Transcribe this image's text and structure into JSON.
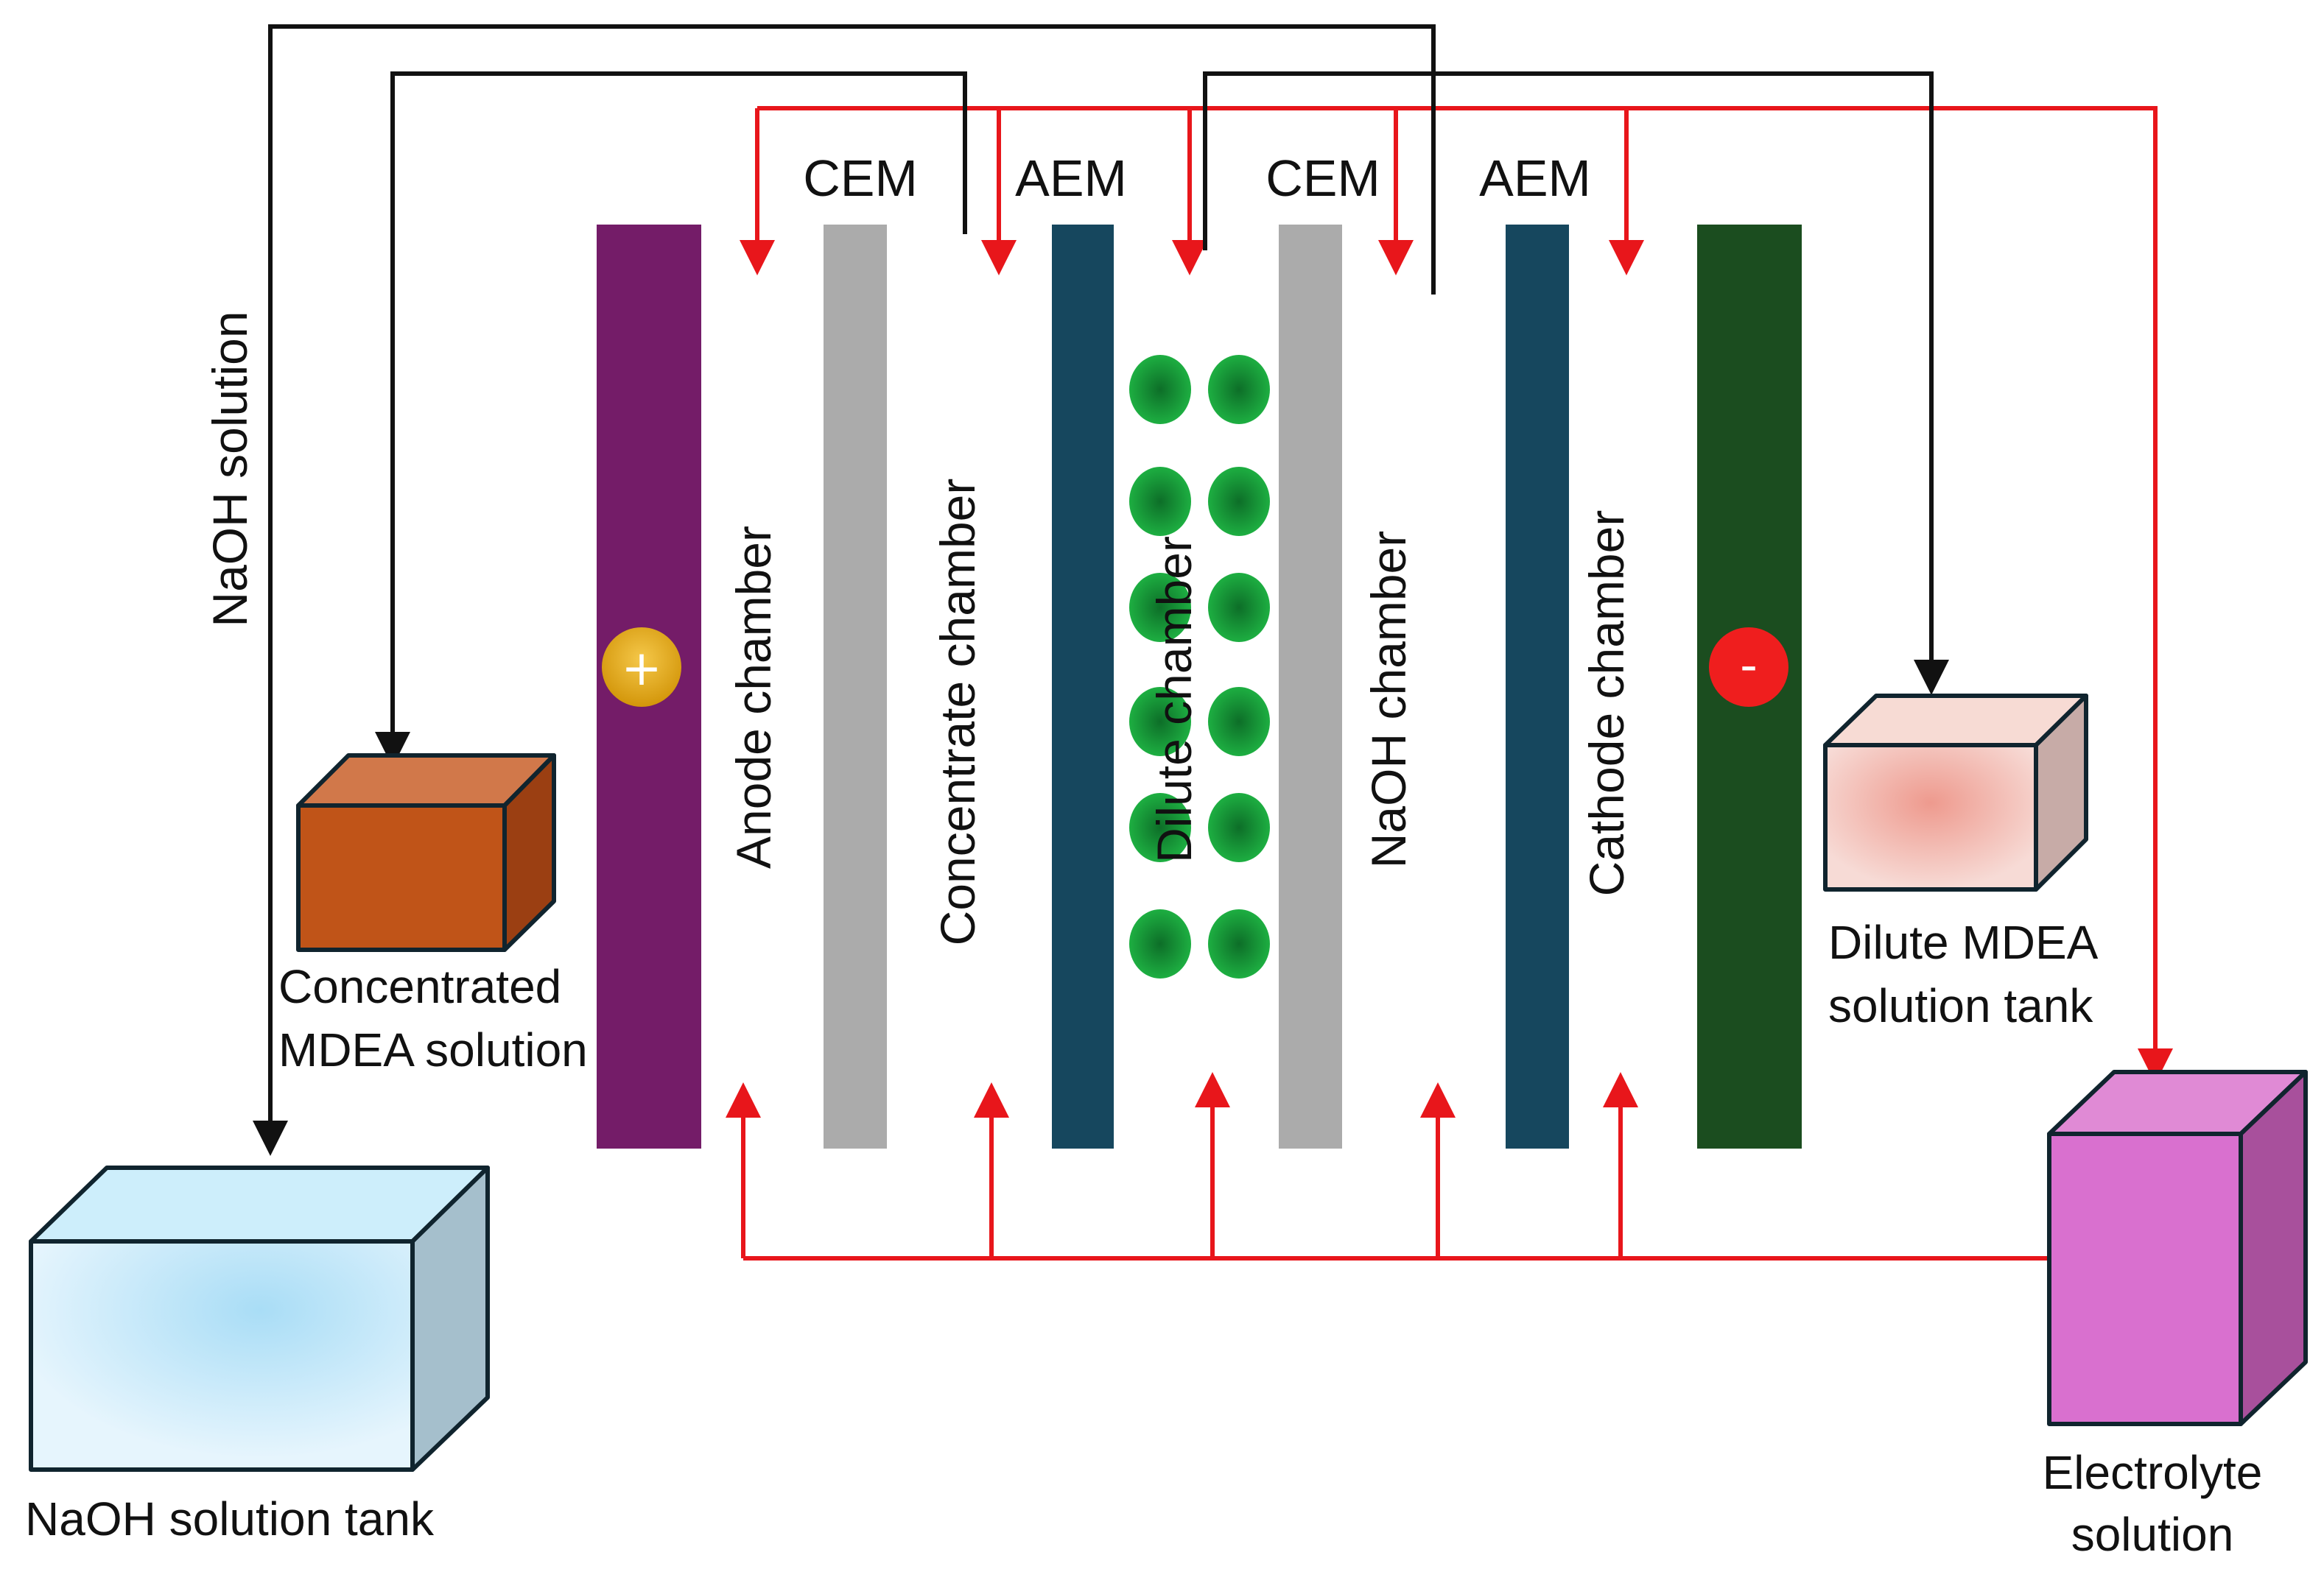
{
  "membranes": {
    "cem1": "CEM",
    "aem1": "AEM",
    "cem2": "CEM",
    "aem2": "AEM"
  },
  "chambers": {
    "anode": "Anode chamber",
    "concentrate": "Concentrate chamber",
    "dilute": "Dilute chamber",
    "naoh": "NaOH chamber",
    "cathode": "Cathode chamber"
  },
  "electrodes": {
    "anode_sign": "+",
    "cathode_sign": "-"
  },
  "flows": {
    "naoh_line_label": "NaOH solution"
  },
  "tanks": {
    "concentrated_line1": "Concentrated",
    "concentrated_line2": "MDEA solution",
    "dilute_line1": "Dilute MDEA",
    "dilute_line2": "solution tank",
    "naoh": "NaOH solution tank",
    "electrolyte_line1": "Electrolyte",
    "electrolyte_line2": "solution"
  },
  "colors": {
    "anode_electrode": "#741c68",
    "cathode_electrode": "#1b4d1f",
    "cem": "#ababab",
    "aem": "#16475e",
    "electrolyte_flow": "#e8161b",
    "solution_flow": "#111111",
    "particle": "#17a33a",
    "anode_terminal": "#e8ab12",
    "cathode_terminal": "#ef1e1e",
    "concentrated_tank": "#c05418",
    "dilute_tank": "#f3c7c0",
    "naoh_tank": "#bfe6f8",
    "electrolyte_tank": "#d970cf"
  }
}
